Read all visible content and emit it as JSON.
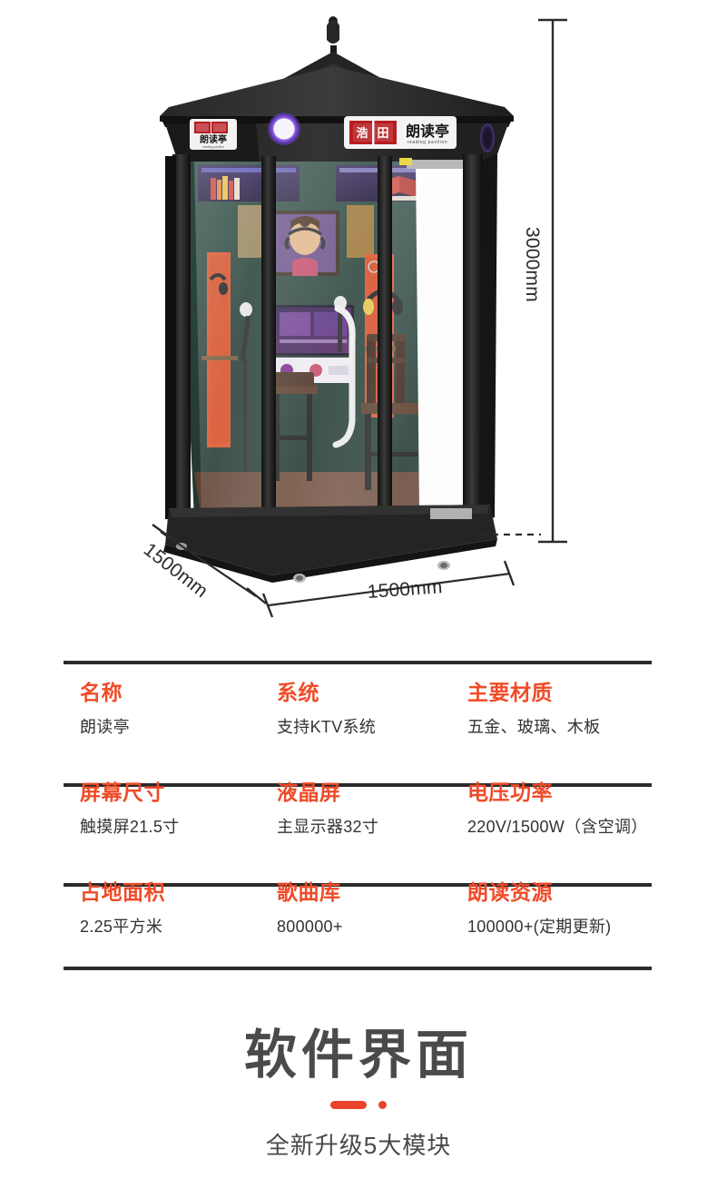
{
  "product": {
    "alt_name": "朗读亭 reading pavilion booth",
    "brand_sign": {
      "logo_cn": "浩田",
      "name_cn": "朗读亭",
      "name_en": "reading  pavilion"
    },
    "dimensions": {
      "height": "3000mm",
      "depth": "1500mm",
      "width": "1500mm"
    },
    "colors": {
      "body": "#2b2b2b",
      "interior_wall": "#2d4740",
      "acoustic_panel": "#e0542c",
      "floor": "#6b4a3a",
      "ring_light": "#7a4fd6",
      "logo_red": "#b81d22"
    }
  },
  "spec_table": {
    "rows": [
      {
        "cells": [
          {
            "key": "名称",
            "value": "朗读亭"
          },
          {
            "key": "系统",
            "value": "支持KTV系统"
          },
          {
            "key": "主要材质",
            "value": "五金、玻璃、木板"
          }
        ]
      },
      {
        "cells": [
          {
            "key": "屏幕尺寸",
            "value": "触摸屏21.5寸"
          },
          {
            "key": "液晶屏",
            "value": "主显示器32寸"
          },
          {
            "key": "电压功率",
            "value": "220V/1500W（含空调）"
          }
        ]
      },
      {
        "cells": [
          {
            "key": "占地面积",
            "value": "2.25平方米"
          },
          {
            "key": "歌曲库",
            "value": "800000+"
          },
          {
            "key": "朗读资源",
            "value": "100000+(定期更新)"
          }
        ]
      }
    ],
    "key_color": "#F04B28",
    "value_color": "#333333",
    "rule_color": "#2b2b2b"
  },
  "software_section": {
    "heading": "软件界面",
    "subtitle": "全新升级5大模块",
    "accent_color": "#E8432A",
    "heading_color": "#4A4A4A"
  }
}
